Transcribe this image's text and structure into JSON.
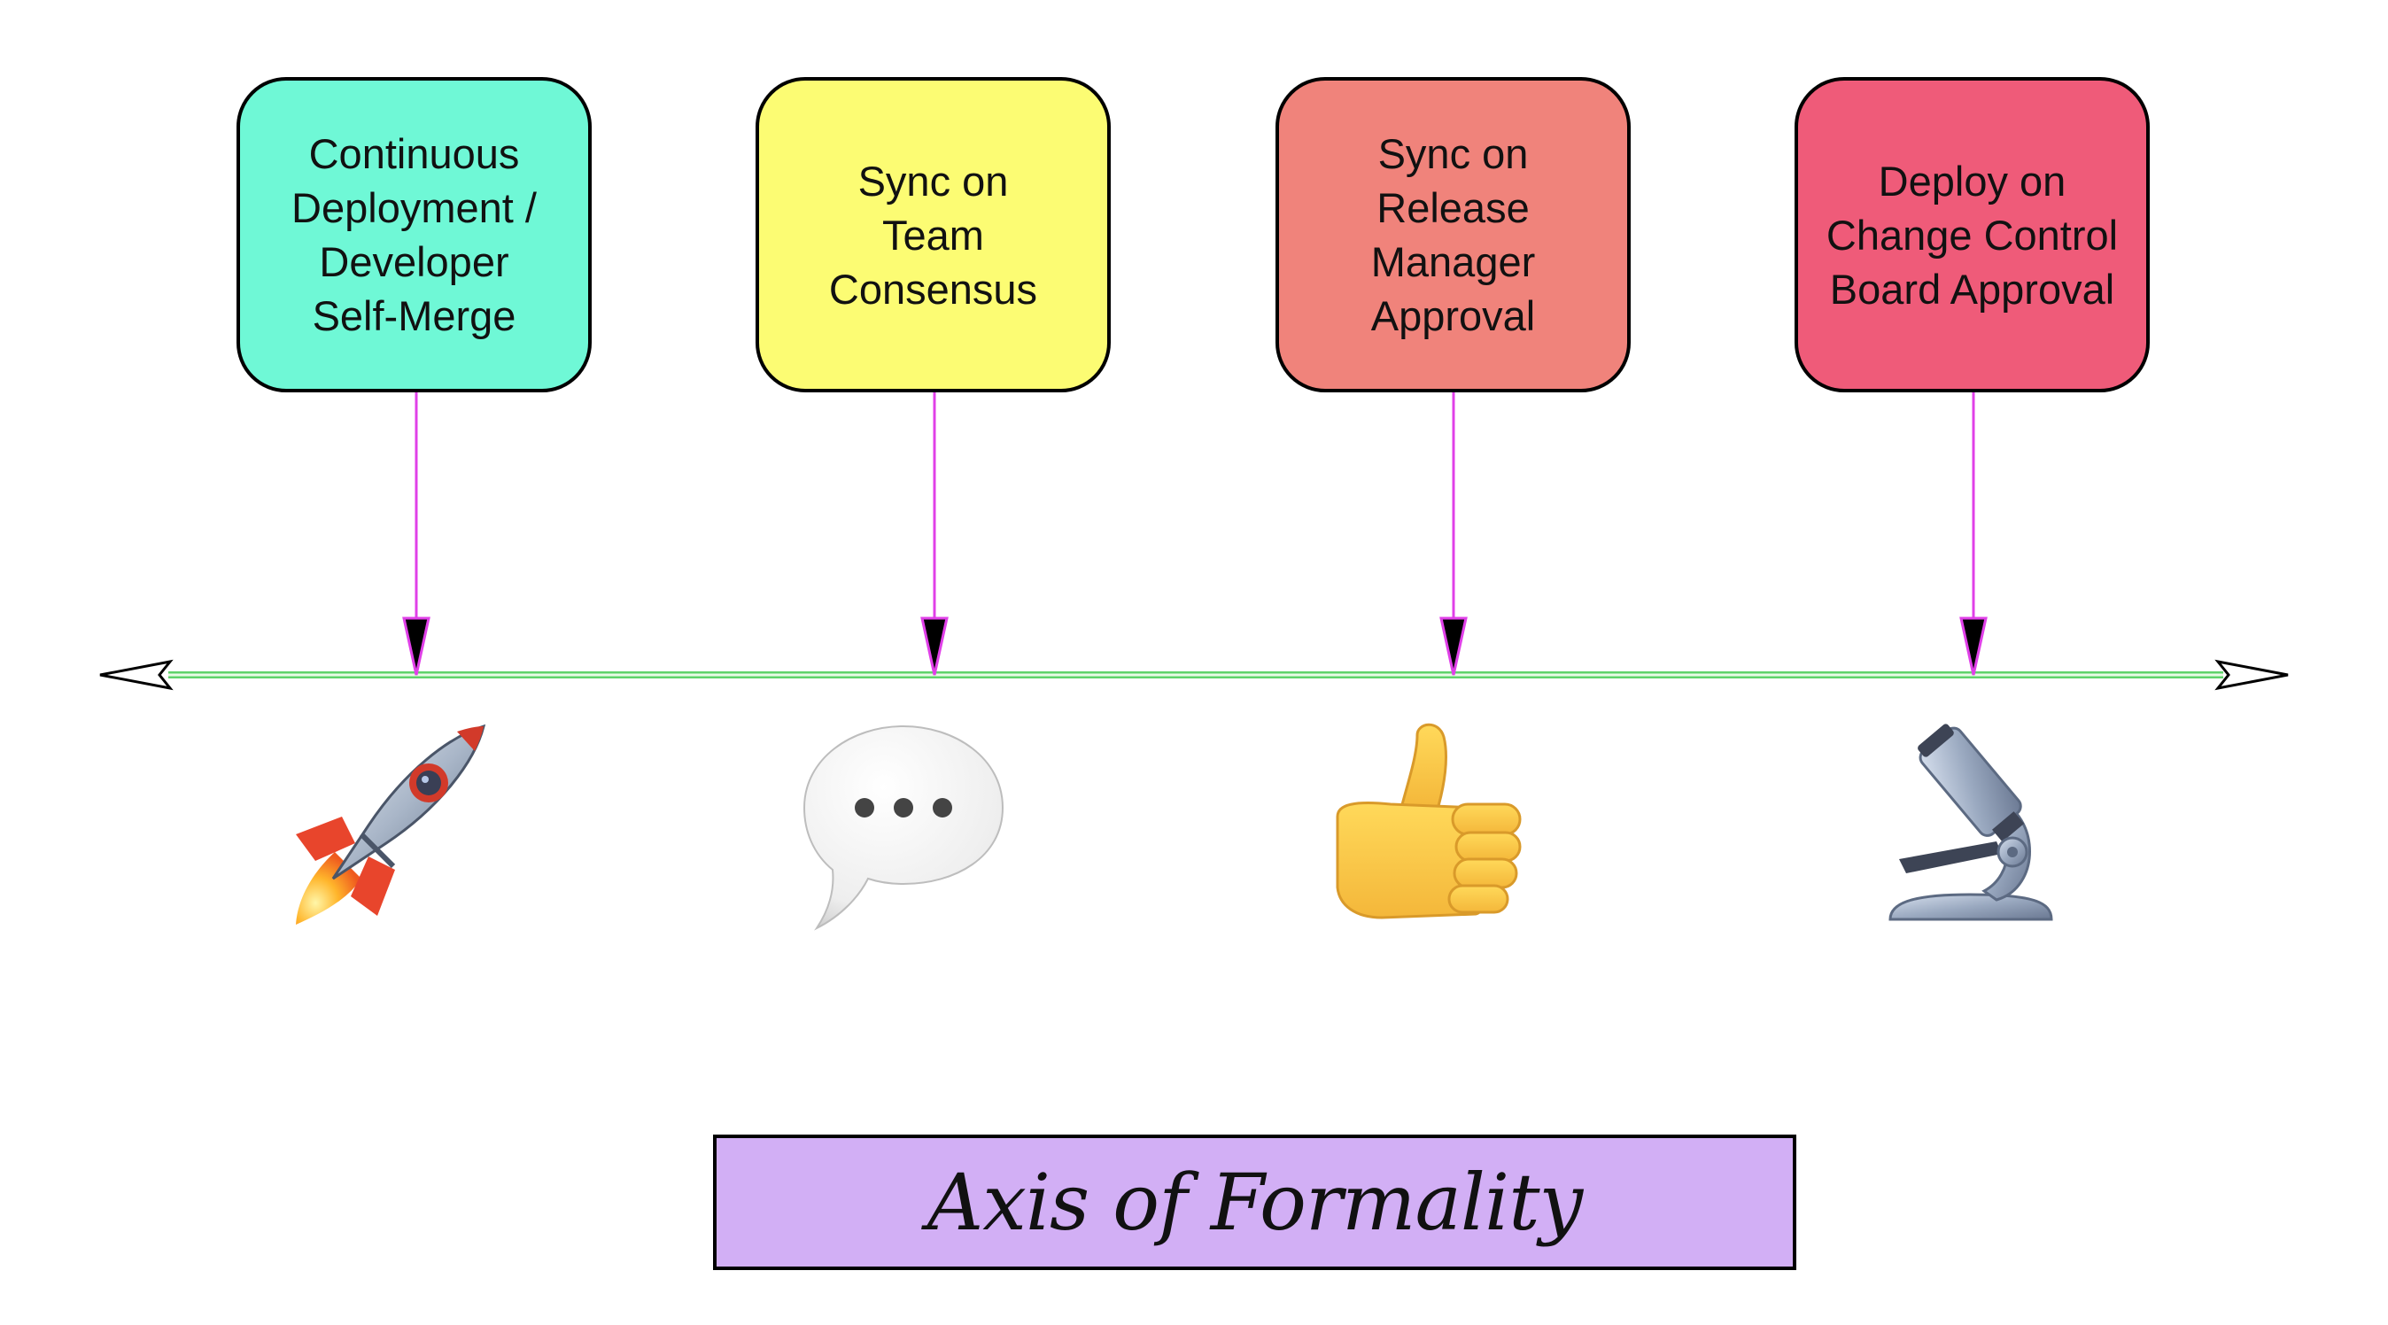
{
  "colors": {
    "node_1_fill": "#6ff8d6",
    "node_2_fill": "#fcfc73",
    "node_3_fill": "#f0837b",
    "node_4_fill": "#ef5b79",
    "connector": "#e040e8",
    "axis": "#5fd36a",
    "title_fill": "#d2aff5"
  },
  "nodes": [
    {
      "label": "Continuous\nDeployment /\nDeveloper\nSelf-Merge",
      "icon": "rocket-icon"
    },
    {
      "label": "Sync on\nTeam\nConsensus",
      "icon": "speech-bubble-icon"
    },
    {
      "label": "Sync on\nRelease\nManager\nApproval",
      "icon": "thumbs-up-icon"
    },
    {
      "label": "Deploy on\nChange Control\nBoard Approval",
      "icon": "microscope-icon"
    }
  ],
  "title": "Axis of Formality"
}
